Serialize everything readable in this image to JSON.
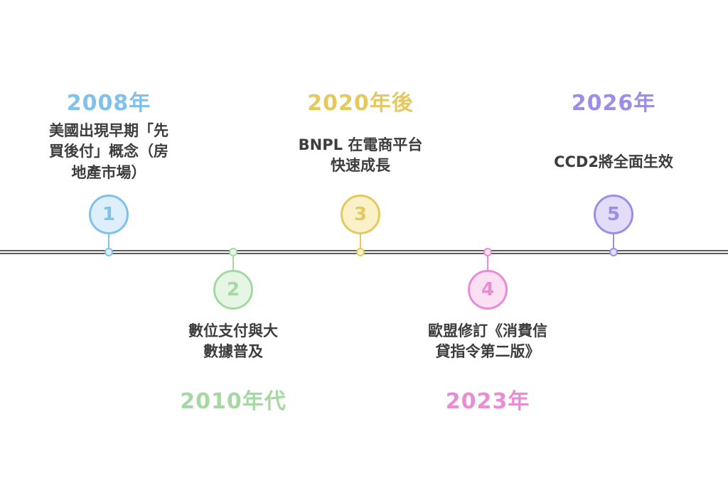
{
  "axis": {
    "color": "#5b5b5b"
  },
  "milestones": [
    {
      "number": "1",
      "year": "2008年",
      "description": "美國出現早期「先\n買後付」概念（房\n地產市場）",
      "color": "#7fc1ea",
      "fill": "#dceffb",
      "side": "above"
    },
    {
      "number": "2",
      "year": "2010年代",
      "description": "數位支付與大\n數據普及",
      "color": "#a5d8a2",
      "fill": "#e6f6e4",
      "side": "below"
    },
    {
      "number": "3",
      "year": "2020年後",
      "description": "BNPL 在電商平台\n快速成長",
      "color": "#e4c95f",
      "fill": "#faf1c9",
      "side": "above"
    },
    {
      "number": "4",
      "year": "2023年",
      "description": "歐盟修訂《消費信\n貸指令第二版》",
      "color": "#ea8cd5",
      "fill": "#fbdff3",
      "side": "below"
    },
    {
      "number": "5",
      "year": "2026年",
      "description": "CCD2將全面生效",
      "color": "#9c8de8",
      "fill": "#e3ddfa",
      "side": "above"
    }
  ]
}
